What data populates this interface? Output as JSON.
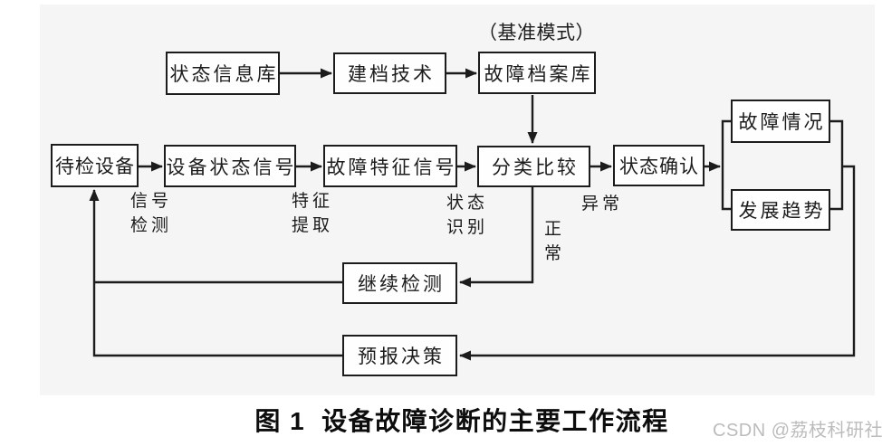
{
  "diagram": {
    "nodes": {
      "status_info_db": "状态信息库",
      "archiving_tech": "建档技术",
      "fault_archive_db": "故障档案库",
      "device_under_test": "待检设备",
      "device_status_signal": "设备状态信号",
      "fault_feature_signal": "故障特征信号",
      "classify_compare": "分类比较",
      "status_confirm": "状态确认",
      "fault_situation": "故障情况",
      "development_trend": "发展趋势",
      "continue_monitoring": "继续检测",
      "forecast_decision": "预报决策"
    },
    "edge_labels": {
      "reference_mode": "（基准模式）",
      "signal_detection": "信号\n检测",
      "feature_extraction": "特征\n提取",
      "status_recognition": "状态\n识别",
      "abnormal": "异常",
      "normal": "正\n常"
    },
    "colors": {
      "line": "#1c1c1c",
      "box_fill": "#fefefe",
      "diagram_bg": "#f5f5f5",
      "watermark_text": "#bcbcbc"
    }
  },
  "caption": {
    "figure_label": "图 1",
    "title": "设备故障诊断的主要工作流程"
  },
  "watermark": "CSDN @荔枝科研社"
}
